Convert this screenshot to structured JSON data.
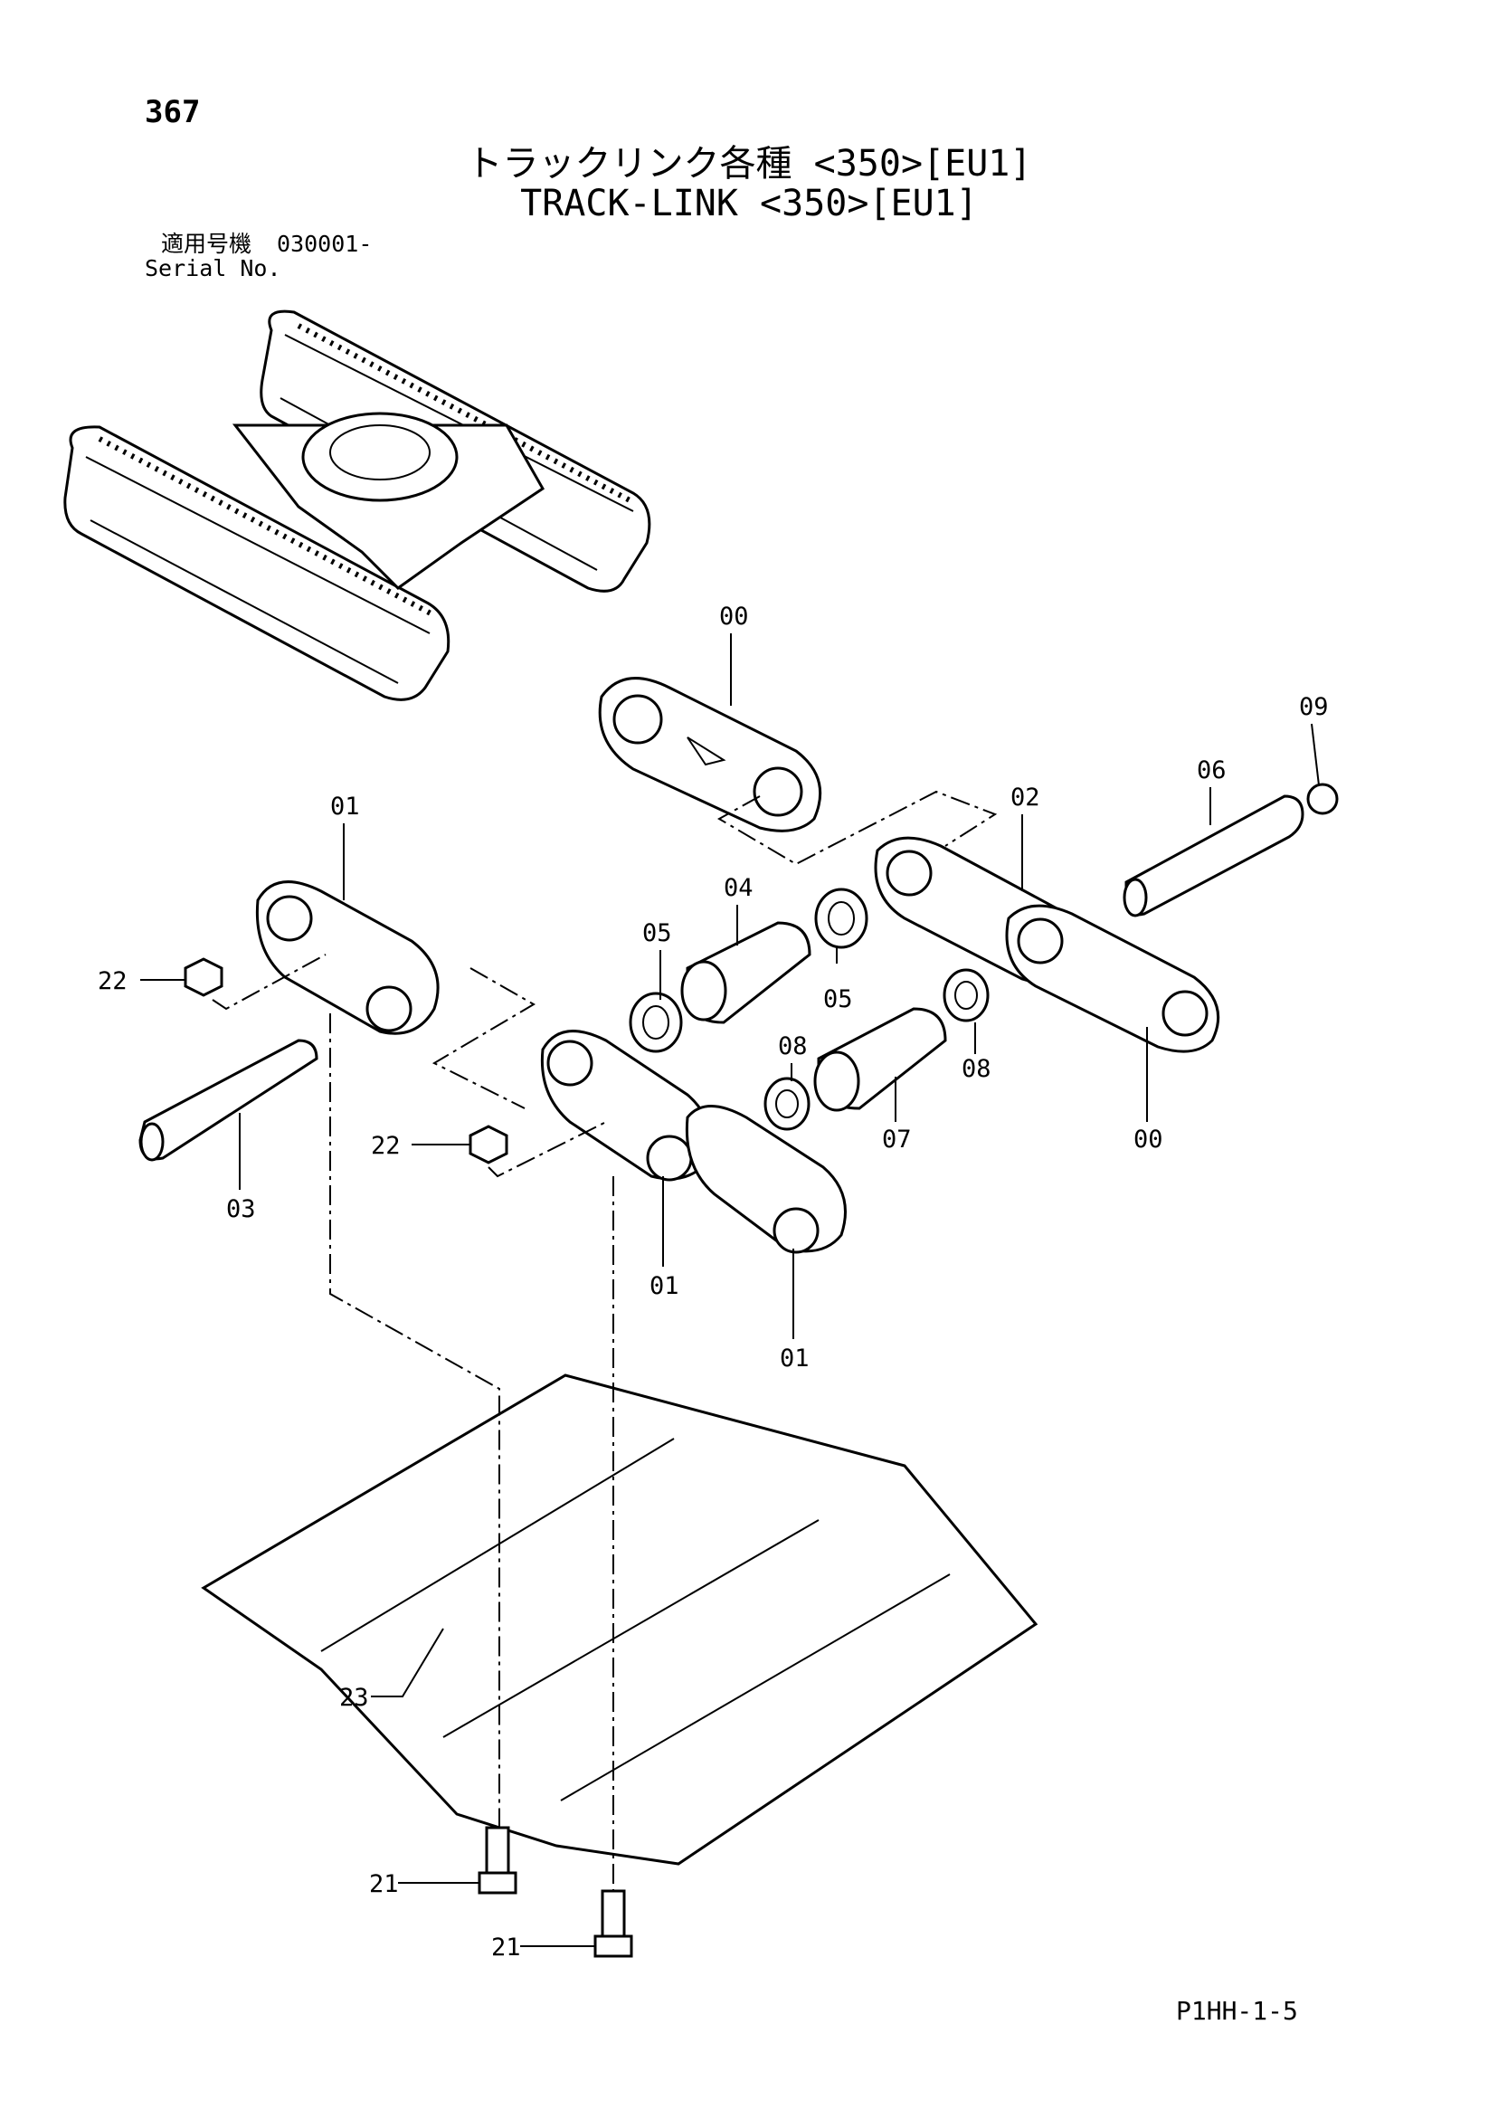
{
  "page_number": "367",
  "title_jp": "トラックリンク各種 <350>[EU1]",
  "title_en": "TRACK-LINK <350>[EU1]",
  "serial_label_jp": "適用号機",
  "serial_value": "030001-",
  "serial_label_en": "Serial No.",
  "callouts": {
    "c00_top": "00",
    "c09": "09",
    "c06": "06",
    "c02": "02",
    "c01_left": "01",
    "c04": "04",
    "c05_left": "05",
    "c05_right": "05",
    "c22_left": "22",
    "c08_top": "08",
    "c08_right": "08",
    "c07": "07",
    "c00_right": "00",
    "c22_mid": "22",
    "c03": "03",
    "c01_mid": "01",
    "c01_bottom": "01",
    "c23": "23",
    "c21_left": "21",
    "c21_right": "21"
  },
  "footer_code": "P1HH-1-5"
}
